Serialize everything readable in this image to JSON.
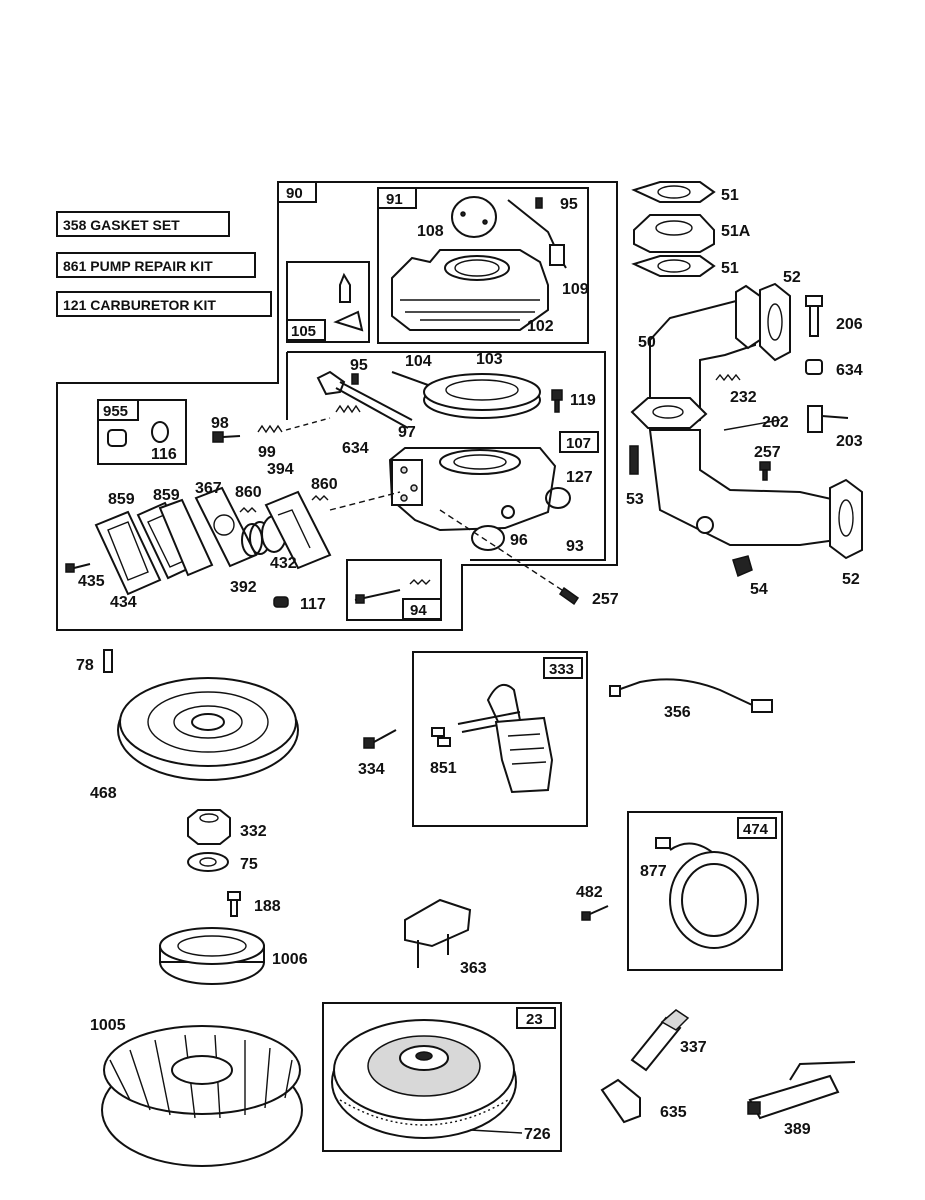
{
  "kits": {
    "gasket_set": "358  GASKET SET",
    "pump_repair_kit": "861  PUMP REPAIR KIT",
    "carburetor_kit": "121  CARBURETOR KIT"
  },
  "boxes": {
    "b90": "90",
    "b91": "91",
    "b105": "105",
    "b955": "955",
    "b107": "107",
    "b94": "94",
    "b333": "333",
    "b474": "474",
    "b23": "23"
  },
  "labels": {
    "p51a": "51",
    "p51A": "51A",
    "p51b": "51",
    "p52a": "52",
    "p52b": "52",
    "p206": "206",
    "p634a": "634",
    "p50": "50",
    "p232": "232",
    "p202": "202",
    "p203": "203",
    "p257a": "257",
    "p53": "53",
    "p54": "54",
    "p108": "108",
    "p95a": "95",
    "p109": "109",
    "p102": "102",
    "p104": "104",
    "p103": "103",
    "p95b": "95",
    "p119": "119",
    "p97": "97",
    "p634b": "634",
    "p127": "127",
    "p93": "93",
    "p96": "96",
    "p257b": "257",
    "p98": "98",
    "p99": "99",
    "p116": "116",
    "p859a": "859",
    "p859b": "859",
    "p367": "367",
    "p860a": "860",
    "p394": "394",
    "p860b": "860",
    "p435": "435",
    "p434": "434",
    "p392": "392",
    "p432": "432",
    "p117": "117",
    "p78": "78",
    "p468": "468",
    "p332": "332",
    "p75": "75",
    "p188": "188",
    "p1006": "1006",
    "p1005": "1005",
    "p334": "334",
    "p851": "851",
    "p356": "356",
    "p482": "482",
    "p877": "877",
    "p363": "363",
    "p726": "726",
    "p337": "337",
    "p635": "635",
    "p389": "389"
  }
}
